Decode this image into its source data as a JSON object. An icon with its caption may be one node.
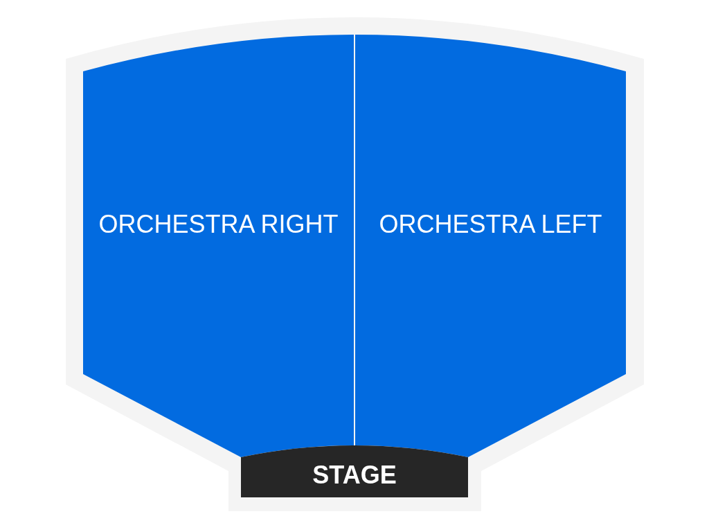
{
  "diagram": {
    "nodes": [
      {
        "text": [
          "ORCHESTRA RIGHT"
        ]
      },
      {
        "text": [
          "ORCHESTRA LEFT"
        ]
      },
      {
        "text": [
          "STAGE"
        ]
      }
    ]
  }
}
